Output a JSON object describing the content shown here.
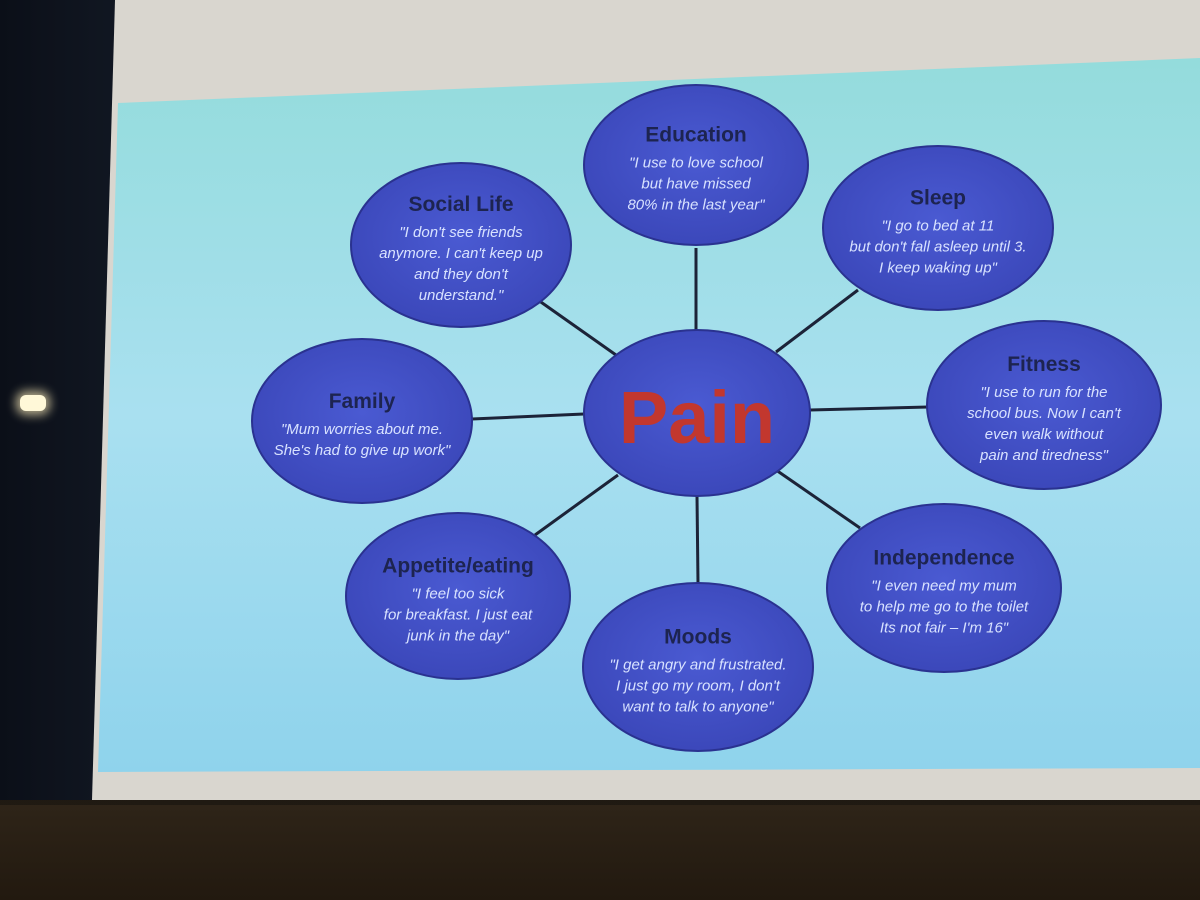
{
  "center": {
    "label": "Pain"
  },
  "bubbles": [
    {
      "title": "Education",
      "quote": [
        "\"I use to love school",
        "but have missed",
        "80% in the last year\""
      ]
    },
    {
      "title": "Sleep",
      "quote": [
        "\"I go to bed at 11",
        "but don't fall asleep until 3.",
        "I keep waking up\""
      ]
    },
    {
      "title": "Fitness",
      "quote": [
        "\"I use to run for the",
        "school bus. Now I can't",
        "even walk without",
        "pain and tiredness\""
      ]
    },
    {
      "title": "Independence",
      "quote": [
        "\"I even need my mum",
        "to help me go to the toilet",
        "Its not fair – I'm 16\""
      ]
    },
    {
      "title": "Moods",
      "quote": [
        "\"I get angry and frustrated.",
        "I just go my room, I don't",
        "want to talk to anyone\""
      ]
    },
    {
      "title": "Appetite/eating",
      "quote": [
        "\"I feel too sick",
        "for breakfast. I just eat",
        "junk in the day\""
      ]
    },
    {
      "title": "Family",
      "quote": [
        "\"Mum worries about me.",
        "She's had to give up work\""
      ]
    },
    {
      "title": "Social Life",
      "quote": [
        "\"I don't see friends",
        "anymore. I can't keep up",
        "and they don't",
        "understand.\""
      ]
    }
  ],
  "colors": {
    "bubble_fill": "#4050c8",
    "bubble_edge": "#2a3290",
    "connector": "#1c2338",
    "pain_text": "#c2372e",
    "slide_top": "#8fd9df",
    "slide_bottom": "#8fd3ec"
  }
}
